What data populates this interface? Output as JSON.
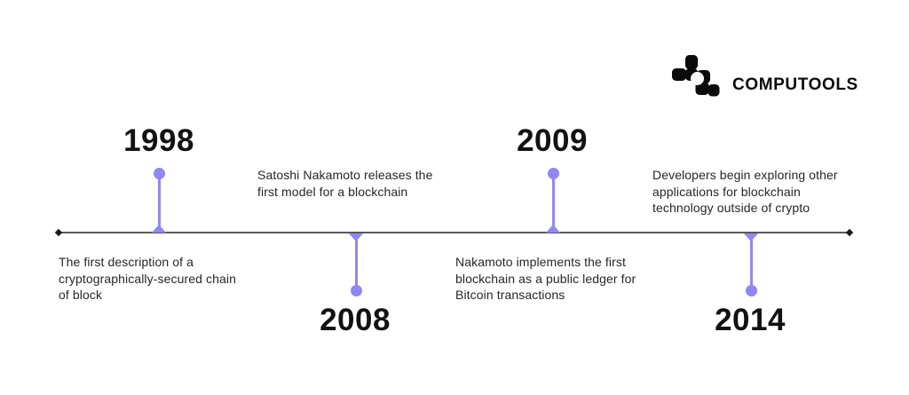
{
  "logo": {
    "wordmark": "COMPUTOOLS",
    "glyph_icon": "computools-cluster-glyph"
  },
  "colors": {
    "background": "#FFFFFF",
    "accent": "#9187F3",
    "line": "#58595B",
    "year_text": "#121212",
    "body_text": "#262626",
    "logo_black": "#0B0B0B"
  },
  "timeline": {
    "axis": "horizontal",
    "events": [
      {
        "year": "1998",
        "side": "above",
        "description": "The first description of a\ncryptographically-secured chain\nof block"
      },
      {
        "year": "2008",
        "side": "below",
        "description": "Satoshi Nakamoto releases the\nfirst model for a blockchain"
      },
      {
        "year": "2009",
        "side": "above",
        "description": "Nakamoto implements the first\nblockchain as a public ledger for\nBitcoin transactions"
      },
      {
        "year": "2014",
        "side": "below",
        "description": "Developers begin exploring other\napplications for blockchain\ntechnology outside of crypto"
      }
    ]
  }
}
